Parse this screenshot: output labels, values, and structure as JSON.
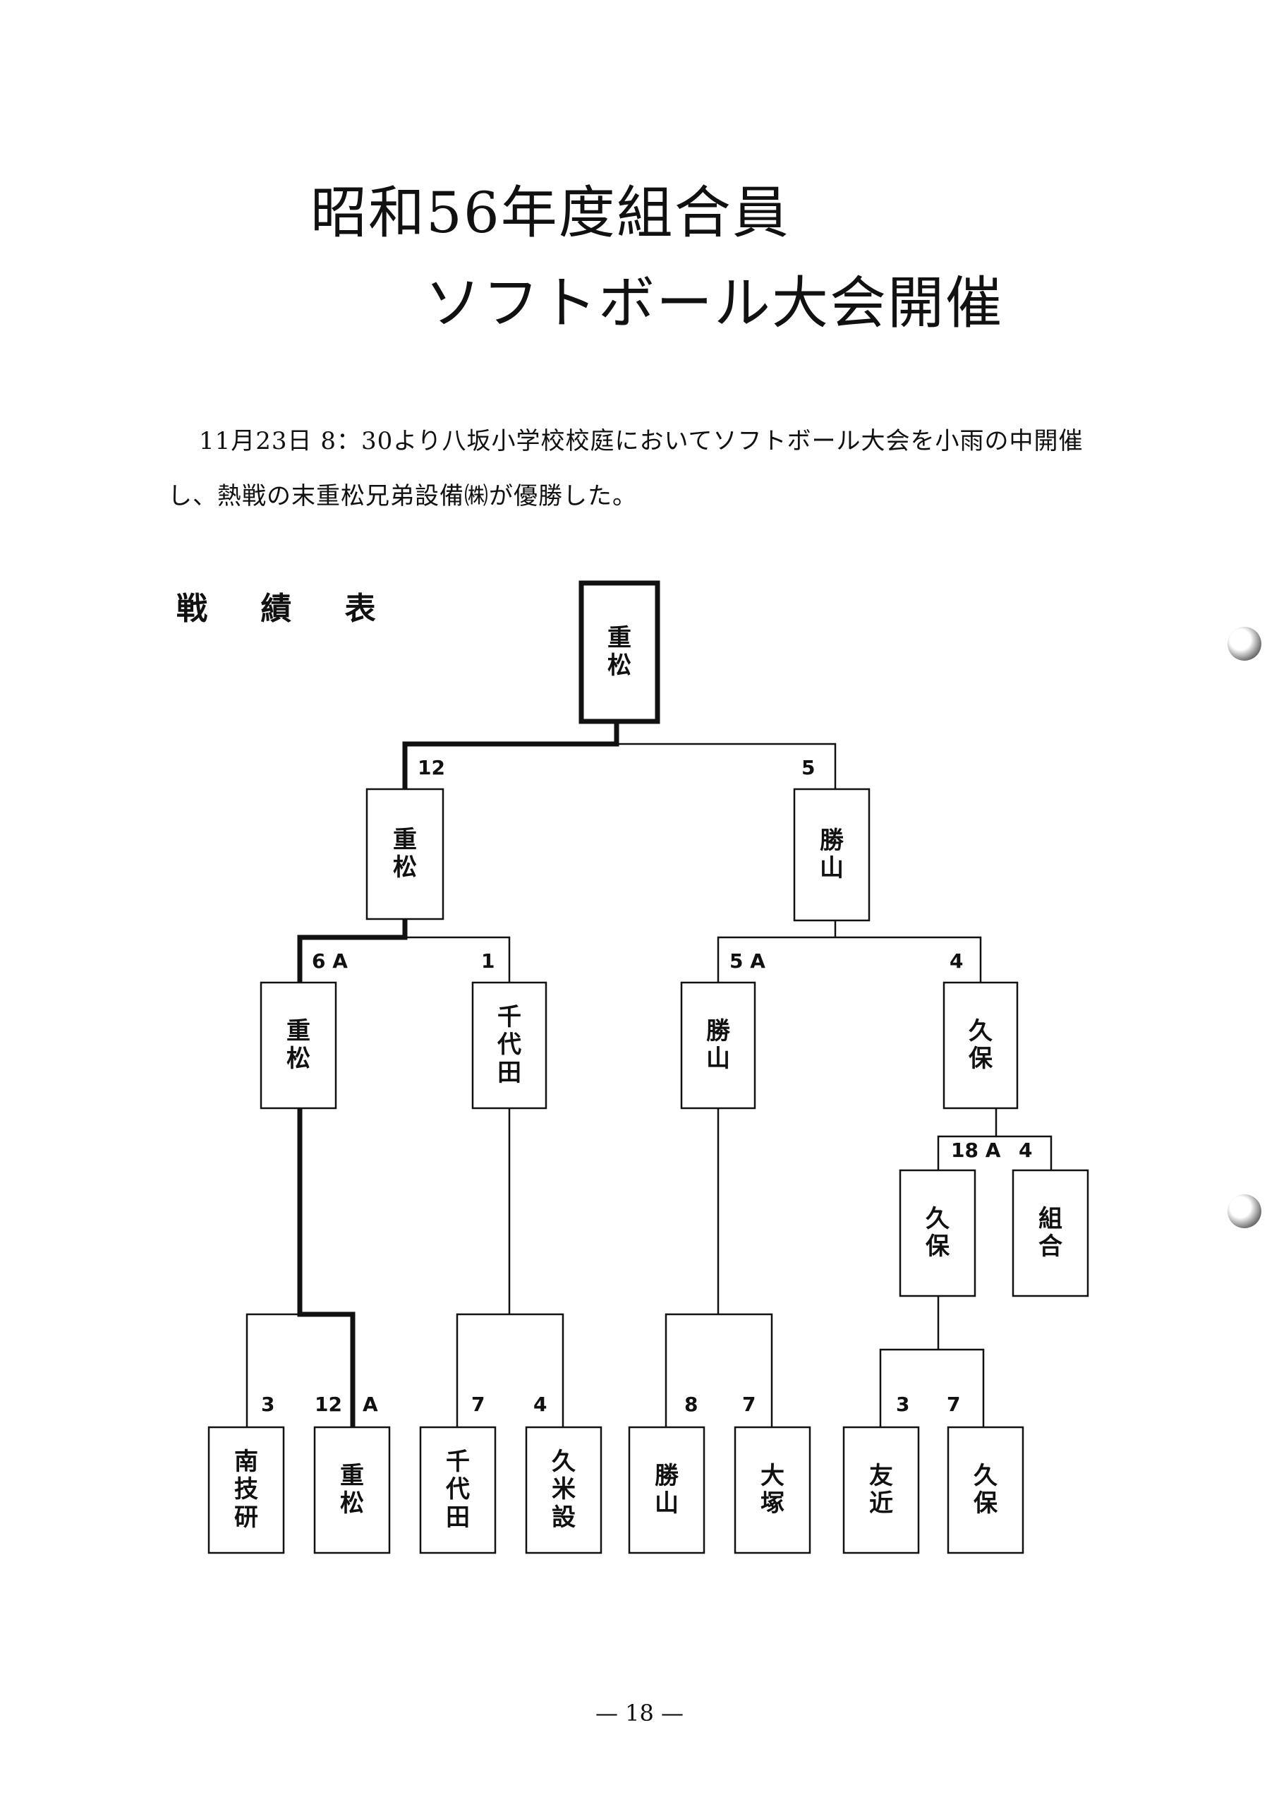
{
  "document": {
    "title_line1": "昭和56年度組合員",
    "title_line2": "ソフトボール大会開催",
    "body_line1": "11月23日 8：30より八坂小学校校庭においてソフトボール大会を小雨の中開催",
    "body_line2": "し、熱戦の末重松兄弟設備㈱が優勝した。",
    "section_title": "戦 績 表",
    "page_number": "— 18 —"
  },
  "bracket": {
    "boxes": [
      {
        "id": "champion",
        "label": "重松",
        "winner_path": true
      },
      {
        "id": "final-left",
        "label": "重松",
        "winner_path": true
      },
      {
        "id": "final-right",
        "label": "勝山",
        "winner_path": false
      },
      {
        "id": "semi-1",
        "label": "重松",
        "winner_path": true
      },
      {
        "id": "semi-2",
        "label": "千代田",
        "winner_path": false
      },
      {
        "id": "semi-3",
        "label": "勝山",
        "winner_path": false
      },
      {
        "id": "semi-4",
        "label": "久保",
        "winner_path": false
      },
      {
        "id": "quarter-kubo",
        "label": "久保",
        "winner_path": false
      },
      {
        "id": "kumiai",
        "label": "組合",
        "winner_path": false
      },
      {
        "id": "team-minamigiken",
        "label": "南技研",
        "winner_path": false
      },
      {
        "id": "team-shigematsu",
        "label": "重松",
        "winner_path": true
      },
      {
        "id": "team-chiyoda",
        "label": "千代田",
        "winner_path": false
      },
      {
        "id": "team-kumesetsu",
        "label": "久米設",
        "winner_path": false
      },
      {
        "id": "team-katsuyama",
        "label": "勝山",
        "winner_path": false
      },
      {
        "id": "team-otsuka",
        "label": "大塚",
        "winner_path": false
      },
      {
        "id": "team-tomochika",
        "label": "友近",
        "winner_path": false
      },
      {
        "id": "team-kubo",
        "label": "久保",
        "winner_path": false
      }
    ],
    "scores": [
      {
        "id": "final-left",
        "text": "12"
      },
      {
        "id": "final-right",
        "text": "5"
      },
      {
        "id": "semi-1",
        "text": "6 A"
      },
      {
        "id": "semi-2",
        "text": "1"
      },
      {
        "id": "semi-3",
        "text": "5 A"
      },
      {
        "id": "semi-4",
        "text": "4"
      },
      {
        "id": "quarter-kubo",
        "text": "18 A"
      },
      {
        "id": "kumiai",
        "text": "4"
      },
      {
        "id": "minamigiken",
        "text": "3"
      },
      {
        "id": "shigematsu",
        "text": "12"
      },
      {
        "id": "shigematsu-a",
        "text": "A"
      },
      {
        "id": "chiyoda",
        "text": "7"
      },
      {
        "id": "kumesetsu",
        "text": "4"
      },
      {
        "id": "katsuyama",
        "text": "8"
      },
      {
        "id": "otsuka",
        "text": "7"
      },
      {
        "id": "tomochika",
        "text": "3"
      },
      {
        "id": "kubo",
        "text": "7"
      }
    ]
  }
}
